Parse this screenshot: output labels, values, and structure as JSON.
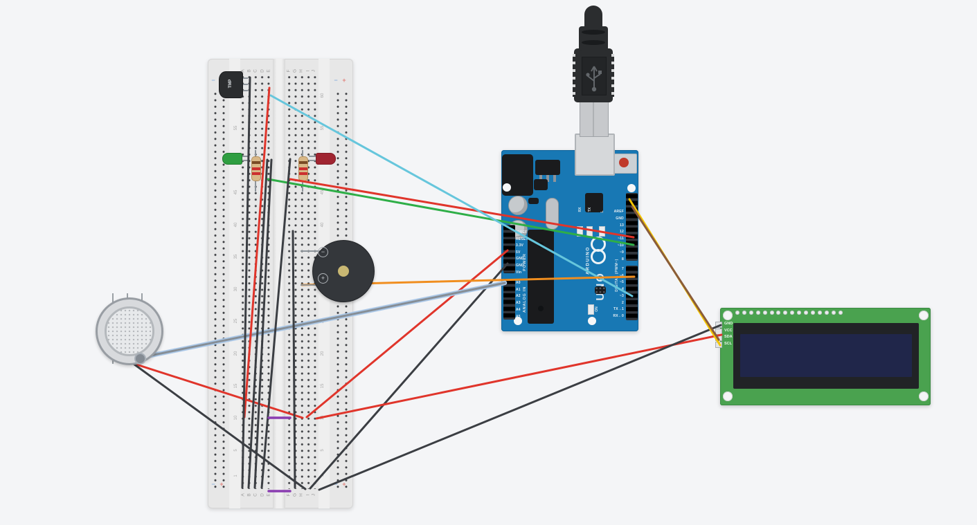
{
  "app": {
    "background_color": "#f4f5f7"
  },
  "breadboard": {
    "column_letters_left": [
      "A",
      "B",
      "C",
      "D",
      "E"
    ],
    "column_letters_right": [
      "F",
      "G",
      "H",
      "I",
      "J"
    ],
    "row_numbers": [
      1,
      5,
      10,
      15,
      20,
      25,
      30,
      35,
      40,
      45,
      50,
      55,
      60
    ],
    "rail_minus_symbol": "−",
    "rail_plus_symbol": "+",
    "rail_minus_color": "#8fb3dc",
    "rail_plus_color": "#e2837d"
  },
  "tmp_sensor": {
    "label": "TMP"
  },
  "leds": [
    {
      "name": "green-led",
      "color": "#2f9e41"
    },
    {
      "name": "red-led",
      "color": "#a02531"
    }
  ],
  "resistors": [
    {
      "name": "resistor-1",
      "band_colors": [
        "#7a4b26",
        "#cc2f2f",
        "#cc2f2f"
      ]
    },
    {
      "name": "resistor-2",
      "band_colors": [
        "#7a4b26",
        "#cc2f2f",
        "#cc2f2f"
      ]
    }
  ],
  "buzzer": {
    "minus_label": "−",
    "plus_label": "+"
  },
  "arduino": {
    "board_color": "#1878b4",
    "power_pin_labels": [
      "IOREF",
      "RESET",
      "3.3V",
      "5V",
      "GND",
      "GND",
      "Vin"
    ],
    "analog_pin_labels": [
      "A0",
      "A1",
      "A2",
      "A3",
      "A4",
      "A5"
    ],
    "digital_pin_labels_top": [
      "AREF",
      "GND",
      "13",
      "12",
      "~11",
      "~10",
      "~9",
      "8"
    ],
    "digital_pin_labels_bottom": [
      "7",
      "~6",
      "~5",
      "4",
      "~3",
      "2",
      "TX→1",
      "RX←0"
    ],
    "texts": {
      "power": "POWER",
      "analog": "ANALOG IN",
      "digital": "DIGITAL (PWM~)",
      "brand": "ARDUINO",
      "model": "UNO",
      "rx": "RX",
      "tx": "TX",
      "l": "L",
      "on": "ON"
    }
  },
  "lcd": {
    "board_color": "#4aa24f",
    "pin_labels": [
      "GND",
      "VCC",
      "SDA",
      "SCL"
    ],
    "header_hole_count": 16
  },
  "usb_cable": {
    "icon": "usb-trident-icon"
  },
  "wires": [
    {
      "name": "wire-5v-red",
      "color": "#e0352b",
      "width": 3,
      "pts": [
        [
          733,
          362
        ],
        [
          443,
          603
        ]
      ]
    },
    {
      "name": "wire-gnd-black",
      "color": "#3b3e43",
      "width": 3,
      "pts": [
        [
          733,
          381
        ],
        [
          448,
          706
        ]
      ]
    },
    {
      "name": "wire-lcd-vcc-red",
      "color": "#e0352b",
      "width": 3,
      "pts": [
        [
          457,
          605
        ],
        [
          1042,
          484
        ]
      ]
    },
    {
      "name": "wire-lcd-gnd-black",
      "color": "#3b3e43",
      "width": 3,
      "pts": [
        [
          461,
          708
        ],
        [
          1041,
          470
        ]
      ]
    },
    {
      "name": "wire-scl-yellow",
      "color": "#f4c500",
      "width": 3,
      "pts": [
        [
          909,
          288
        ],
        [
          1040,
          499
        ]
      ]
    },
    {
      "name": "wire-sda-brown",
      "color": "#8a5c3a",
      "width": 3,
      "pts": [
        [
          913,
          299
        ],
        [
          1038,
          491
        ]
      ]
    },
    {
      "name": "wire-d11-red",
      "color": "#e0352b",
      "width": 3,
      "pts": [
        [
          915,
          343
        ],
        [
          419,
          259
        ]
      ]
    },
    {
      "name": "wire-d10-green",
      "color": "#2eae47",
      "width": 3,
      "pts": [
        [
          915,
          354
        ],
        [
          387,
          259
        ]
      ]
    },
    {
      "name": "wire-d3-cyan",
      "color": "#66c6dc",
      "width": 3,
      "pts": [
        [
          391,
          138
        ],
        [
          913,
          428
        ]
      ]
    },
    {
      "name": "wire-d6-orange",
      "color": "#f08e1f",
      "width": 3,
      "pts": [
        [
          436,
          412
        ],
        [
          916,
          400
        ]
      ]
    },
    {
      "name": "wire-a0-gray",
      "color": "#868e96",
      "halo": "#abc8e8",
      "width": 3,
      "pts": [
        [
          203,
          517
        ],
        [
          729,
          409
        ]
      ]
    },
    {
      "name": "wire-gas-vcc-red",
      "color": "#e0352b",
      "width": 3,
      "pts": [
        [
          163,
          516
        ],
        [
          437,
          604
        ]
      ]
    },
    {
      "name": "wire-gas-gnd-black",
      "color": "#3b3e43",
      "width": 3,
      "pts": [
        [
          186,
          521
        ],
        [
          441,
          707
        ]
      ]
    },
    {
      "name": "wire-bb-red-long",
      "color": "#e0352b",
      "width": 3,
      "pts": [
        [
          389,
          127
        ],
        [
          353,
          603
        ]
      ]
    },
    {
      "name": "wire-bb-black-1",
      "color": "#3b3e43",
      "width": 3,
      "pts": [
        [
          361,
          112
        ],
        [
          350,
          705
        ]
      ]
    },
    {
      "name": "wire-bb-black-2",
      "color": "#3b3e43",
      "width": 3,
      "pts": [
        [
          386,
          231
        ],
        [
          359,
          705
        ]
      ]
    },
    {
      "name": "wire-bb-black-3",
      "color": "#3b3e43",
      "width": 3,
      "pts": [
        [
          392,
          231
        ],
        [
          368,
          705
        ]
      ]
    },
    {
      "name": "wire-bb-black-4",
      "color": "#3b3e43",
      "width": 3,
      "pts": [
        [
          419,
          230
        ],
        [
          378,
          705
        ]
      ]
    },
    {
      "name": "wire-bb-black-5",
      "color": "#3b3e43",
      "width": 3,
      "pts": [
        [
          423,
          334
        ],
        [
          426,
          705
        ]
      ]
    },
    {
      "name": "jumper-purple-row10",
      "color": "#8a3db1",
      "width": 3.5,
      "pts": [
        [
          388,
          604
        ],
        [
          419,
          604
        ]
      ]
    },
    {
      "name": "jumper-purple-row1",
      "color": "#8a3db1",
      "width": 3.5,
      "pts": [
        [
          388,
          710
        ],
        [
          419,
          710
        ]
      ]
    }
  ]
}
